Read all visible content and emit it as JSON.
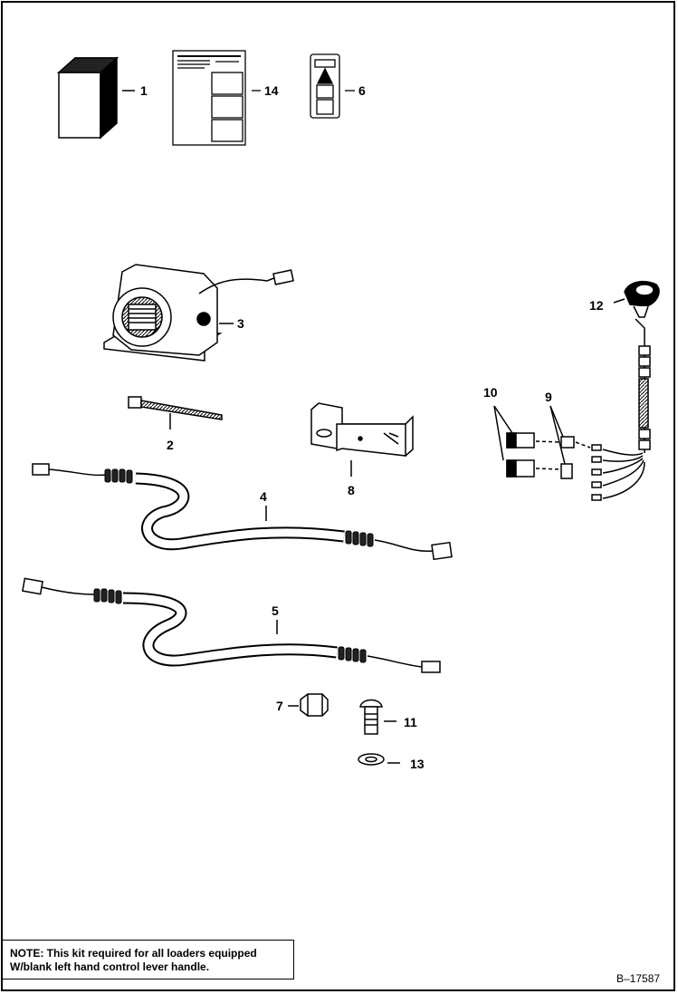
{
  "callouts": {
    "c1": "1",
    "c14": "14",
    "c6": "6",
    "c3": "3",
    "c12": "12",
    "c10": "10",
    "c9": "9",
    "c2": "2",
    "c8": "8",
    "c4": "4",
    "c5": "5",
    "c7": "7",
    "c11": "11",
    "c13": "13"
  },
  "note": {
    "lead": "NOTE:",
    "line1": " This kit required for all loaders equipped",
    "line2": "W/blank left hand control lever handle."
  },
  "figure_id": "B–17587",
  "icons": {
    "part_1": "box-icon",
    "part_14": "instruction-sheet-icon",
    "part_6": "decal-icon",
    "part_3": "backup-alarm-icon",
    "part_12": "switch-icon",
    "part_10": "connector-icon",
    "part_9": "terminal-icon",
    "part_2": "cable-tie-icon",
    "part_8": "mounting-bracket-icon",
    "part_4": "wire-harness-icon",
    "part_5": "wire-harness-icon",
    "part_7": "nut-icon",
    "part_11": "bolt-icon",
    "part_13": "washer-icon"
  }
}
